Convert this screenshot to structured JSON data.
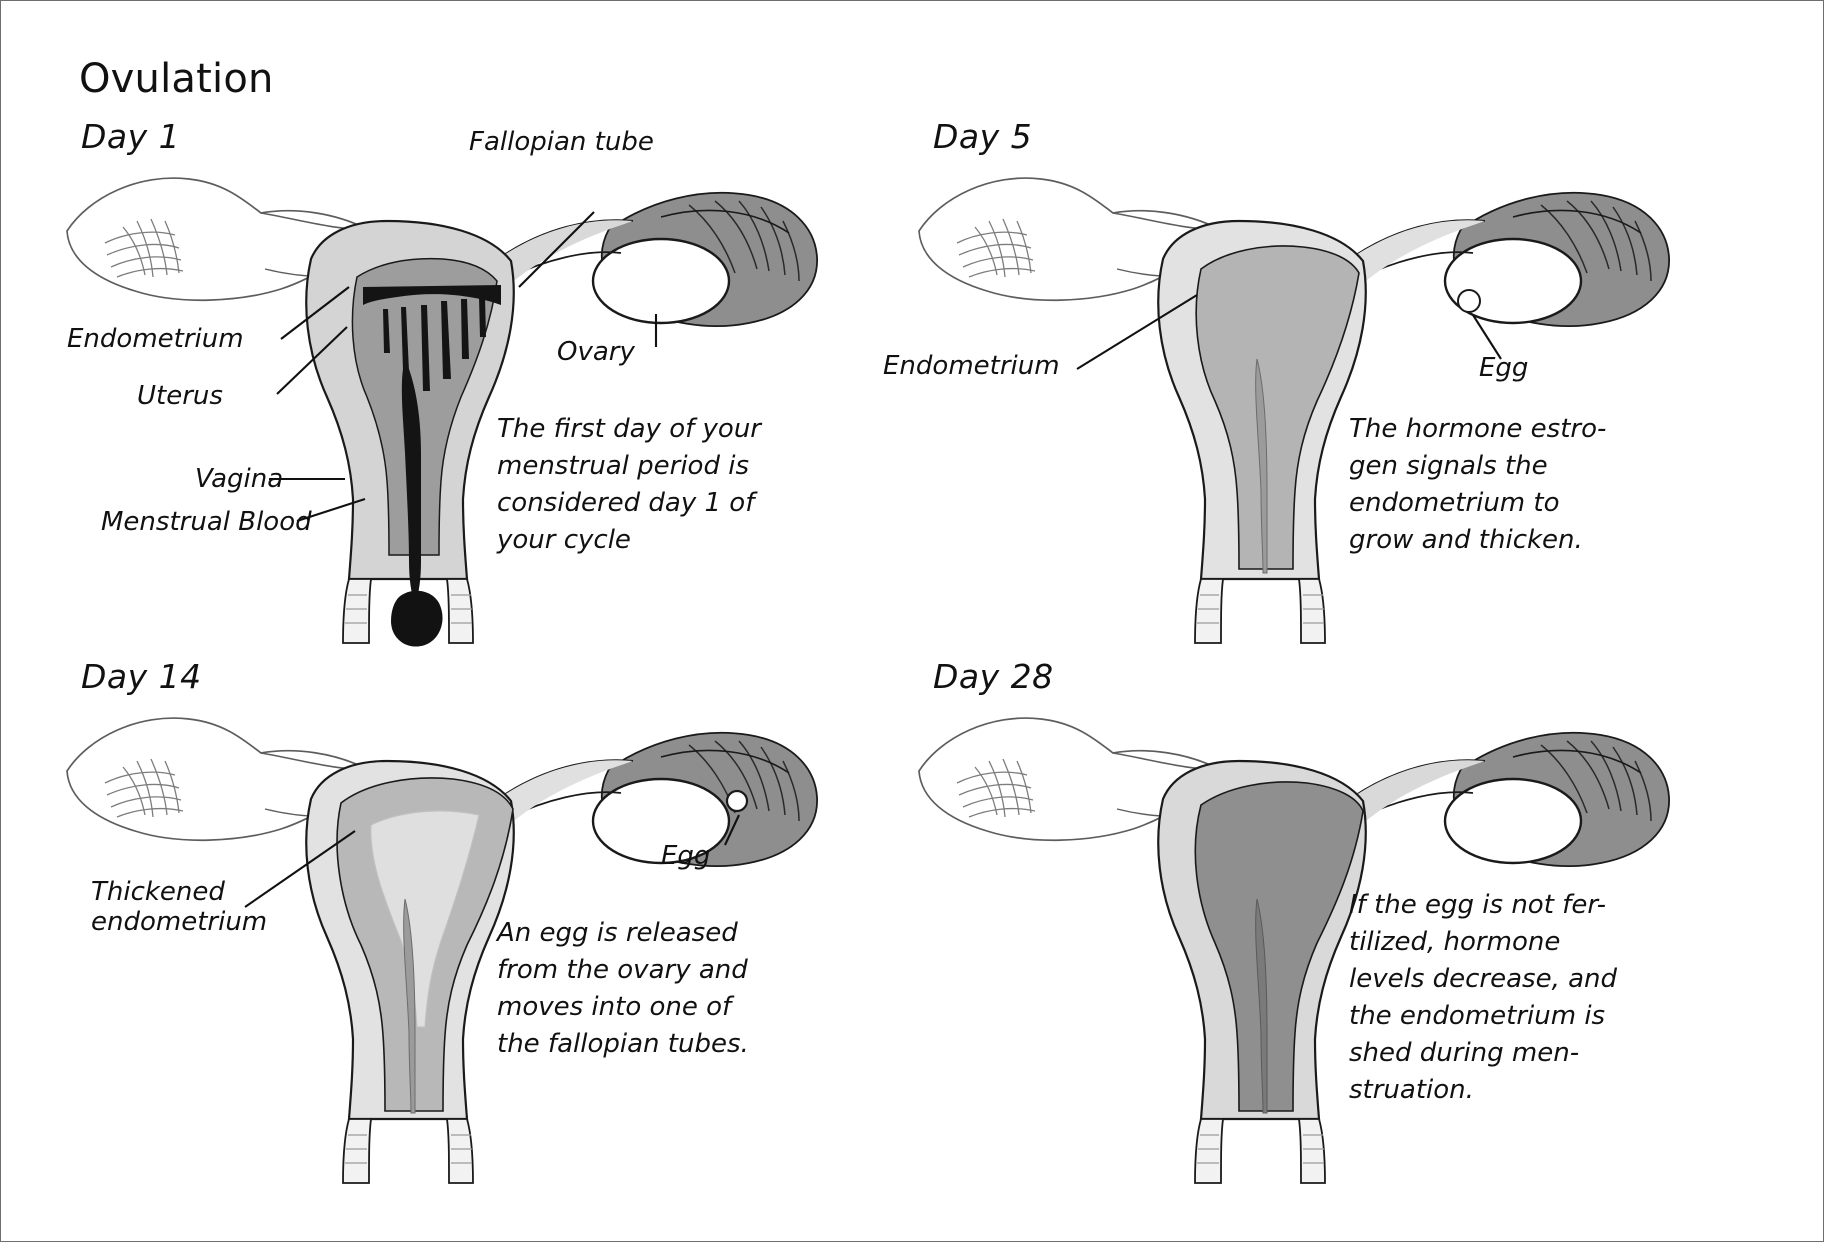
{
  "figure": {
    "title": "Ovulation",
    "colors": {
      "outline": "#1a1a1a",
      "uterus_body": "#d4d4d4",
      "uterus_light": "#e4e4e4",
      "endometrium_mid": "#a0a0a0",
      "endometrium_dark": "#777777",
      "menstrual_blood": "#121212",
      "tube_shade": "#8e8e8e",
      "background": "#ffffff",
      "border": "#6f6f6f"
    }
  },
  "panels": [
    {
      "id": "day-1",
      "heading": "Day 1",
      "labels": [
        {
          "name": "fallopian-tube",
          "text": "Fallopian tube"
        },
        {
          "name": "ovary",
          "text": "Ovary"
        },
        {
          "name": "endometrium",
          "text": "Endometrium"
        },
        {
          "name": "uterus",
          "text": "Uterus"
        },
        {
          "name": "vagina",
          "text": "Vagina"
        },
        {
          "name": "menstrual-blood",
          "text": "Menstrual Blood"
        }
      ],
      "caption": "The first day of your\nmenstrual period is\nconsidered day 1 of\nyour cycle"
    },
    {
      "id": "day-5",
      "heading": "Day 5",
      "labels": [
        {
          "name": "endometrium",
          "text": "Endometrium"
        },
        {
          "name": "egg",
          "text": "Egg"
        }
      ],
      "caption": "The hormone estro-\ngen signals the\nendometrium to\ngrow and thicken."
    },
    {
      "id": "day-14",
      "heading": "Day 14",
      "labels": [
        {
          "name": "thickened-endometrium",
          "text": "Thickened\nendometrium"
        },
        {
          "name": "egg",
          "text": "Egg"
        }
      ],
      "caption": "An egg is released\nfrom the ovary and\nmoves into one of\nthe fallopian tubes."
    },
    {
      "id": "day-28",
      "heading": "Day 28",
      "labels": [],
      "caption": "If the egg is not fer-\ntilized, hormone\nlevels decrease, and\nthe endometrium is\nshed during men-\nstruation."
    }
  ]
}
